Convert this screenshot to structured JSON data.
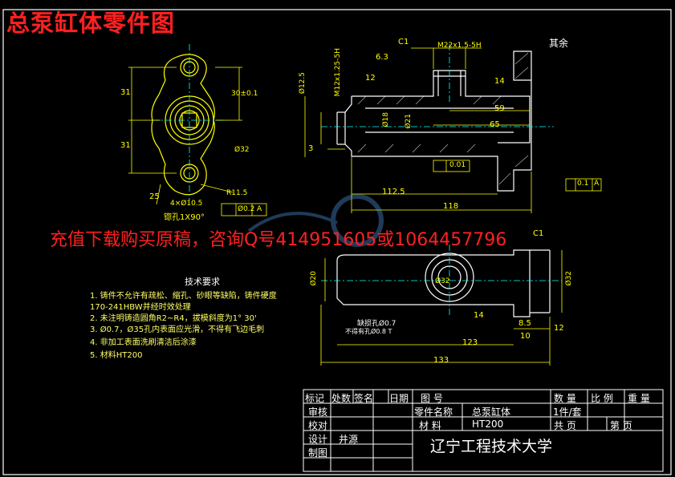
{
  "title": "总泵缸体零件图",
  "promo": "充值下载购买原稿，咨询Q号414951605或1064457796",
  "surface_note": "其余",
  "dims": {
    "d31a": "31",
    "d31b": "31",
    "d30": "30±0.1",
    "d32a": "Ø32",
    "r11": "R11.5",
    "d4x10": "4×Ø10.5",
    "d25": "25",
    "sink": "锪孔1X90°",
    "pos_tol": "Ø0.2",
    "datum_a": "A",
    "c1a": "C1",
    "thread_top": "M22x1.5-5H",
    "rough63": "6.3",
    "d12": "12",
    "d14": "14",
    "m12": "M12x1.25-5H",
    "d125": "Ø12.5",
    "d59": "59",
    "d65": "65",
    "d18": "Ø18",
    "d21": "Ø21",
    "d3": "3",
    "flat": "0.01",
    "perp": "0.1",
    "d1125": "112.5",
    "d118": "118",
    "c1b": "C1",
    "d20": "Ø20",
    "d32b": "Ø32",
    "d32c": "Ø32",
    "d14b": "14",
    "d85": "8.5",
    "d10": "10",
    "d12b": "12",
    "d123": "123",
    "d133": "133",
    "hole07": "缺损孔Ø0.7",
    "hole_note": "不得有孔Ø0.8 T"
  },
  "tech_title": "技术要求",
  "tech_lines": [
    "1. 铸件不允许有疏松、缩孔、砂眼等缺陷，铸件硬度",
    "170-241HBW并经时效处理",
    "2. 未注明铸造圆角R2~R4，拔模斜度为1° 30'",
    "3. Ø0.7，Ø35孔内表面应光滑，不得有飞边毛刺",
    "4. 非加工表面洗刷清洁后涂漆",
    "5. 材料HT200"
  ],
  "titleblock": {
    "marks": "标记",
    "count": "处数",
    "sign": "签名",
    "date": "日期",
    "drawing_no": "图  号",
    "qty": "数  量",
    "scale": "比  例",
    "weight": "重  量",
    "review": "审核",
    "part_name_label": "零件名称",
    "part_name": "总泵缸体",
    "qty_val": "1件/套",
    "check": "校对",
    "material_label": "材  料",
    "material": "HT200",
    "total_pages": "共    页",
    "page_no": "第    页",
    "design": "设计",
    "designer": "井源",
    "draw": "制图",
    "school": "辽宁工程技术大学"
  },
  "colors": {
    "line": "#ffff00",
    "outline": "#ffffff",
    "accent": "#ff2020",
    "center": "#00ffff",
    "tech": "#ffff66"
  }
}
